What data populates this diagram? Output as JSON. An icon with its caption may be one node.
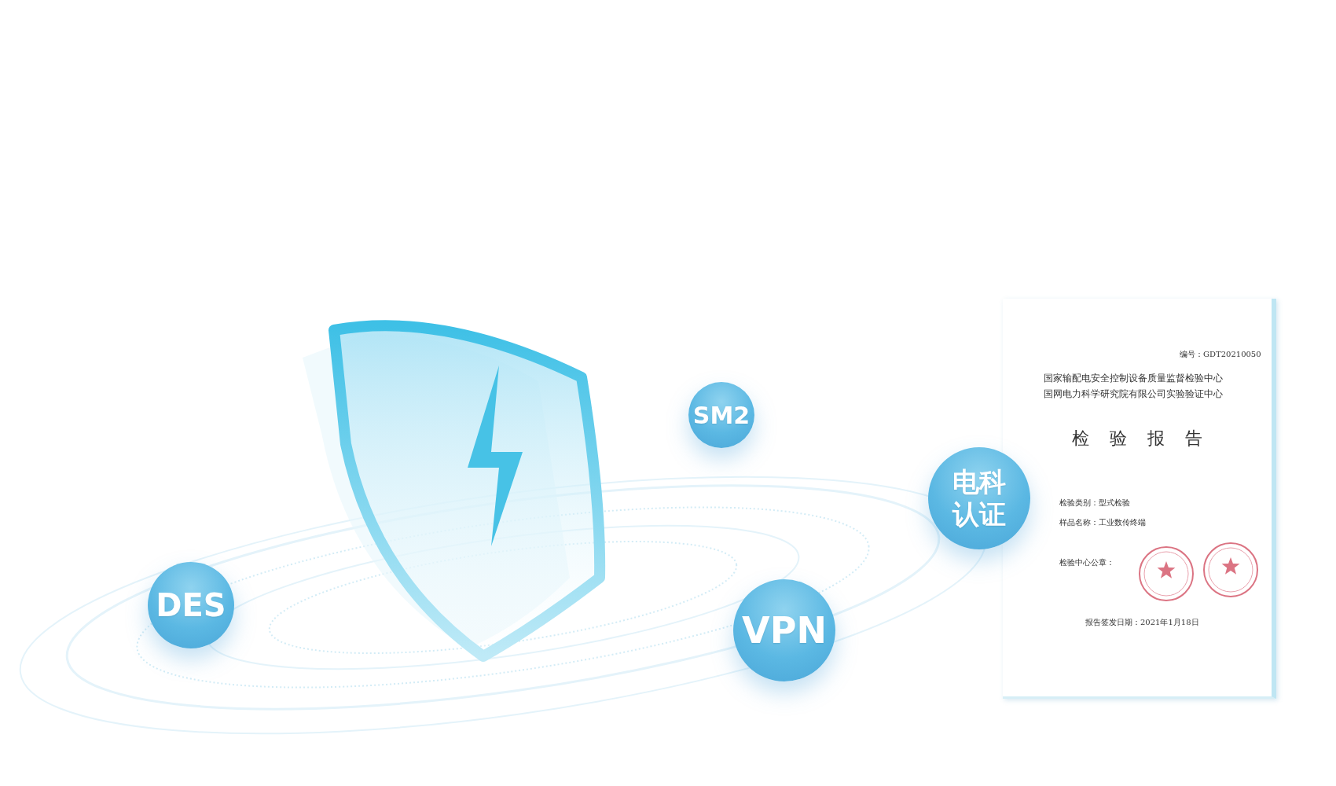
{
  "diagram": {
    "nodes": [
      {
        "text": [],
        "shape": "picture"
      },
      {
        "text": [
          "SM2"
        ]
      },
      {
        "text": [
          "电科认证"
        ]
      },
      {
        "text": [
          "DES"
        ]
      },
      {
        "text": [
          "VPN"
        ]
      },
      {
        "text": [
          "编号：GDT20210050",
          "国家输配电安全控制设备质量监督检验中心",
          "国网电力科学研究院有限公司实验验证中心",
          "检验报告",
          "检验类别：型式检验",
          "样品名称：工业数传终端",
          "检验中心公章：",
          "报告签发日期：2021年1月18日"
        ]
      }
    ]
  }
}
